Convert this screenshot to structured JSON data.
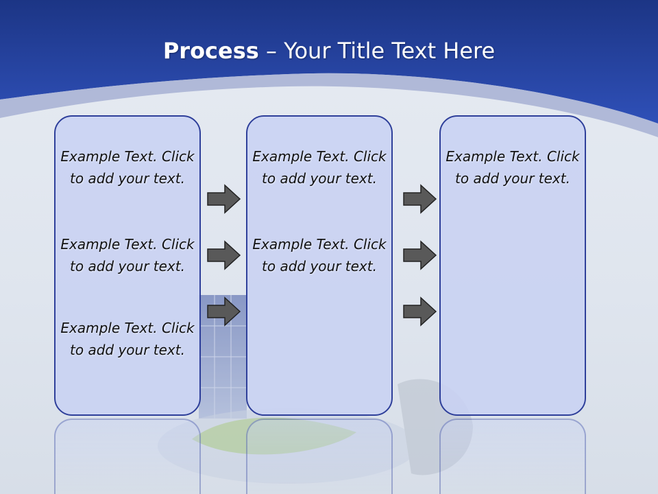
{
  "title": {
    "bold": "Process",
    "rest": "– Your Title Text Here"
  },
  "colors": {
    "header_blue": "#2a46a8",
    "box_border": "#2e3f9a",
    "box_fill": "#c8d2f2",
    "arrow_fill": "#595959"
  },
  "boxes": [
    {
      "texts": [
        "Example Text. Click  to add your text.",
        "Example Text. Click  to add your text.",
        "Example Text. Click  to add your text."
      ]
    },
    {
      "texts": [
        "Example Text. Click  to add your text.",
        "Example Text. Click  to add your text."
      ]
    },
    {
      "texts": [
        "Example Text. Click  to add your text."
      ]
    }
  ],
  "icons": [
    "arrow-right-icon"
  ]
}
